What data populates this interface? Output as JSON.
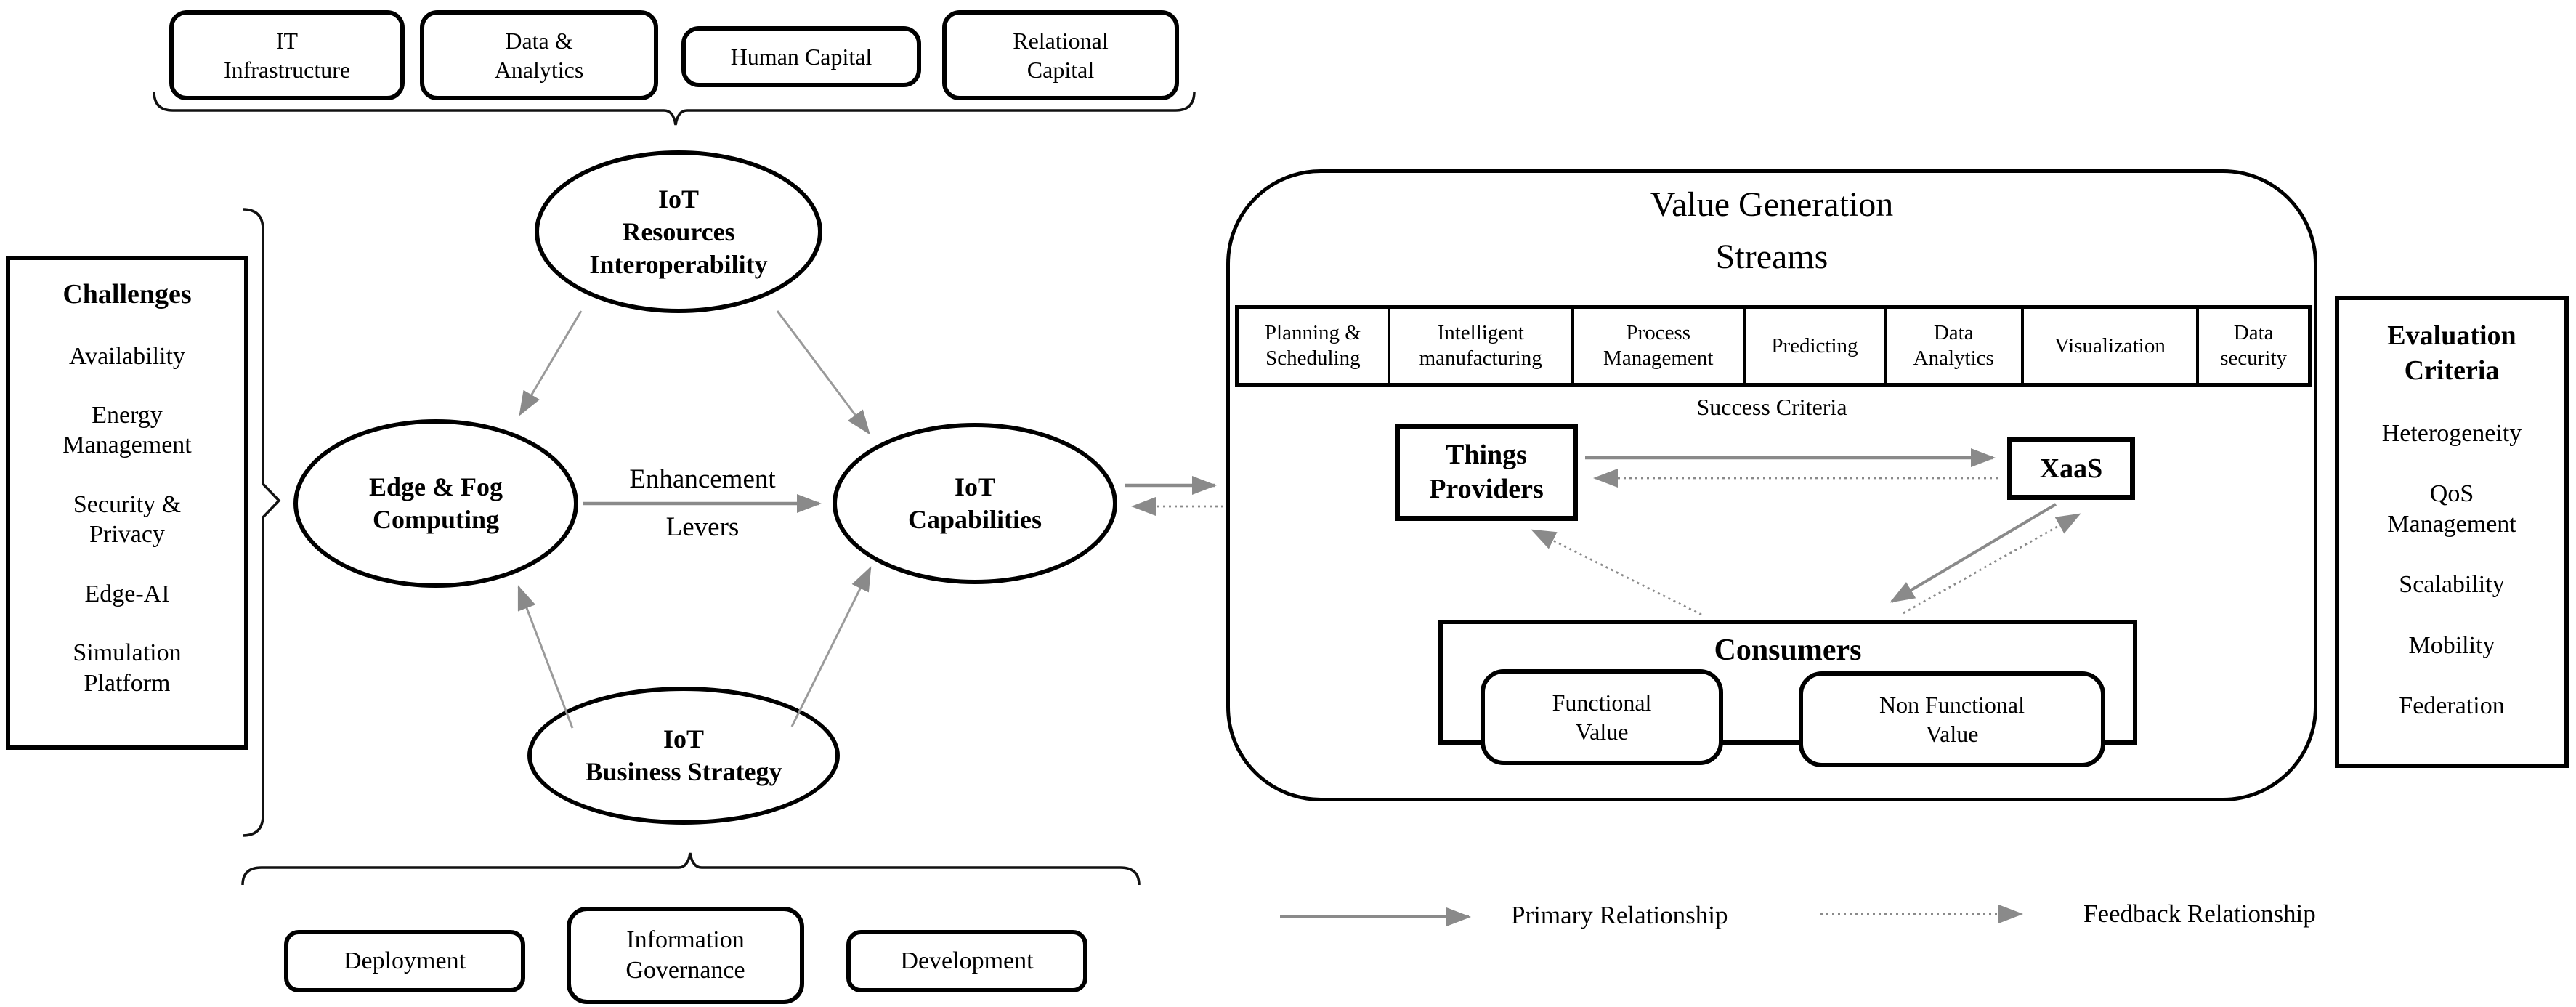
{
  "top_capitals": [
    {
      "lines": [
        "IT",
        "Infrastructure"
      ]
    },
    {
      "lines": [
        "Data &",
        "Analytics"
      ]
    },
    {
      "lines": [
        "Human Capital"
      ]
    },
    {
      "lines": [
        "Relational",
        "Capital"
      ]
    }
  ],
  "challenges": {
    "title": "Challenges",
    "items": [
      {
        "lines": [
          "Availability"
        ]
      },
      {
        "lines": [
          "Energy",
          "Management"
        ]
      },
      {
        "lines": [
          "Security &",
          "Privacy"
        ]
      },
      {
        "lines": [
          "Edge-AI"
        ]
      },
      {
        "lines": [
          "Simulation",
          "Platform"
        ]
      }
    ]
  },
  "core": {
    "resources_interoperability": {
      "lines": [
        "IoT",
        "Resources",
        "Interoperability"
      ]
    },
    "edge_fog": {
      "lines": [
        "Edge & Fog",
        "Computing"
      ]
    },
    "capabilities": {
      "lines": [
        "IoT",
        "Capabilities"
      ]
    },
    "business_strategy": {
      "lines": [
        "IoT",
        "Business Strategy"
      ]
    },
    "enhancement_levers": {
      "lines": [
        "Enhancement",
        "Levers"
      ]
    }
  },
  "value_generation": {
    "title": {
      "lines": [
        "Value Generation",
        "Streams"
      ]
    },
    "streams": [
      {
        "lines": [
          "Planning &",
          "Scheduling"
        ]
      },
      {
        "lines": [
          "Intelligent",
          "manufacturing"
        ]
      },
      {
        "lines": [
          "Process",
          "Management"
        ]
      },
      {
        "lines": [
          "Predicting"
        ]
      },
      {
        "lines": [
          "Data",
          "Analytics"
        ]
      },
      {
        "lines": [
          "Visualization"
        ]
      },
      {
        "lines": [
          "Data",
          "security"
        ]
      }
    ],
    "success_criteria": "Success Criteria",
    "things_providers": {
      "lines": [
        "Things",
        "Providers"
      ]
    },
    "xaas": "XaaS",
    "consumers": "Consumers",
    "functional_value": {
      "lines": [
        "Functional",
        "Value"
      ]
    },
    "non_functional_value": {
      "lines": [
        "Non Functional",
        "Value"
      ]
    }
  },
  "evaluation_criteria": {
    "title": {
      "lines": [
        "Evaluation",
        "Criteria"
      ]
    },
    "items": [
      {
        "lines": [
          "Heterogeneity"
        ]
      },
      {
        "lines": [
          "QoS",
          "Management"
        ]
      },
      {
        "lines": [
          "Scalability"
        ]
      },
      {
        "lines": [
          "Mobility"
        ]
      },
      {
        "lines": [
          "Federation"
        ]
      }
    ]
  },
  "governance": [
    {
      "lines": [
        "Deployment"
      ]
    },
    {
      "lines": [
        "Information",
        "Governance"
      ]
    },
    {
      "lines": [
        "Development"
      ]
    }
  ],
  "legend": {
    "primary": "Primary Relationship",
    "feedback": "Feedback Relationship"
  },
  "colors": {
    "arrow_gray": "#8a8a8a",
    "line_black": "#000000"
  }
}
